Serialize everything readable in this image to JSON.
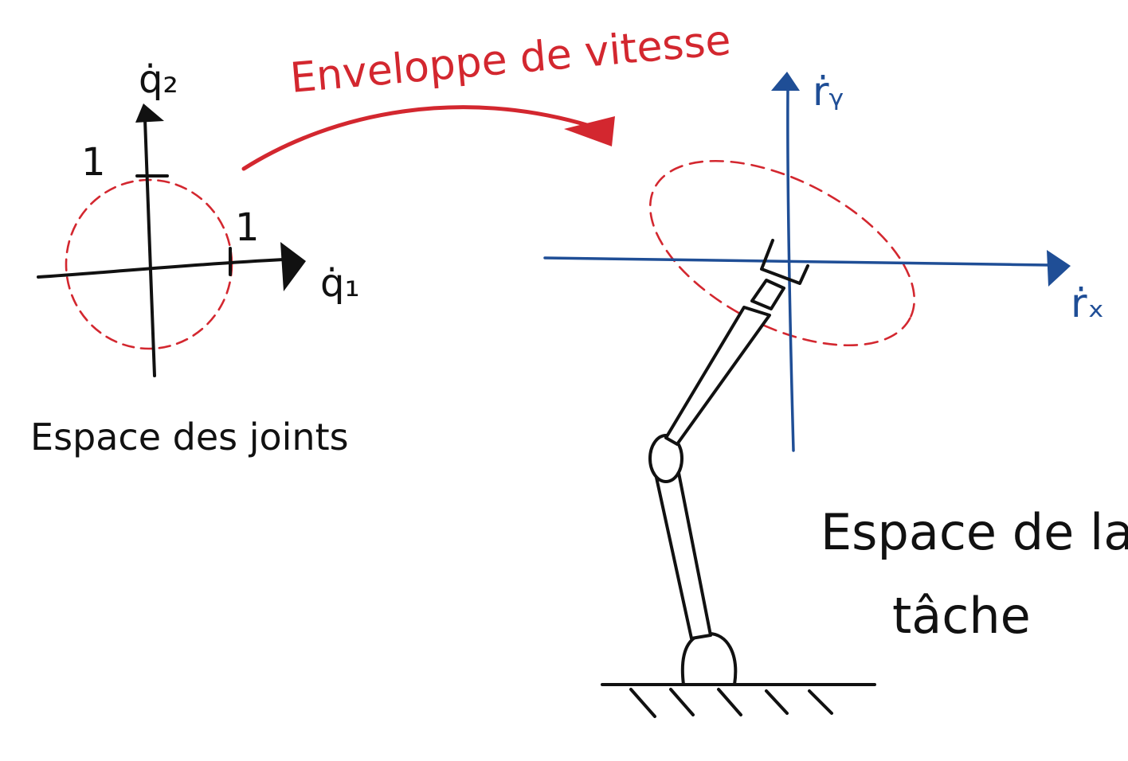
{
  "title": "Enveloppe de vitesse",
  "joint_space": {
    "label": "Espace des joints",
    "x_axis_label": "q̇₁",
    "y_axis_label": "q̇₂",
    "x_tick_label": "1",
    "y_tick_label": "1"
  },
  "task_space": {
    "label_line1": "Espace de la",
    "label_line2": "tâche",
    "x_axis_label": "ṙₓ",
    "y_axis_label": "ṙᵧ"
  },
  "colors": {
    "ink": "#111111",
    "envelope": "#d3272f",
    "task_axes": "#1f4e96",
    "background": "#ffffff"
  }
}
